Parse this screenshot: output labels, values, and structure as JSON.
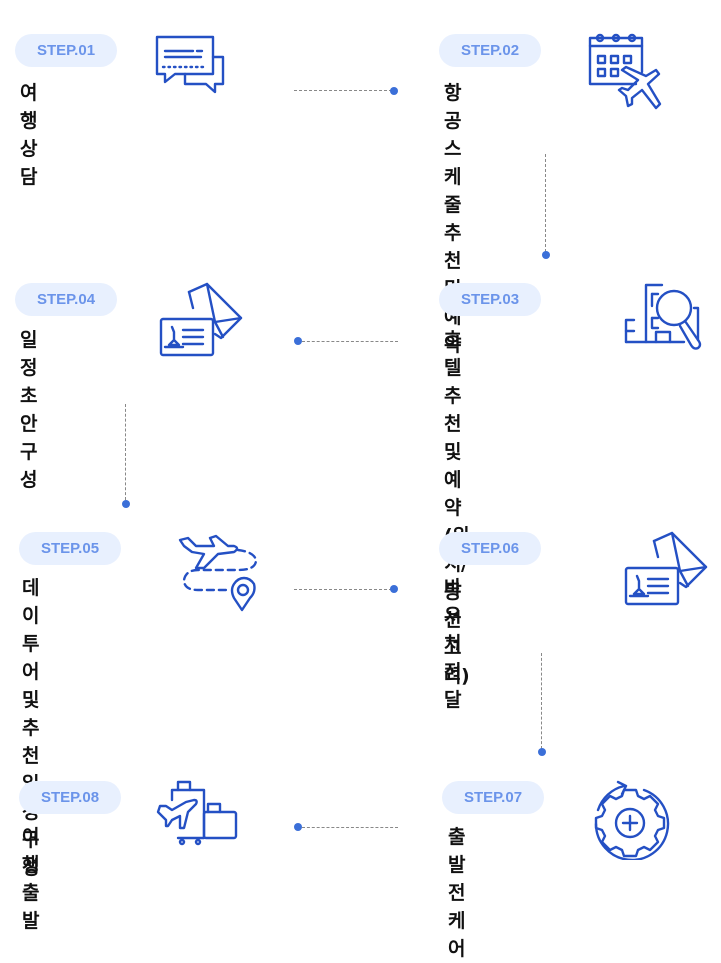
{
  "accent_color": "#2450c4",
  "badge_bg": "#e8f0fe",
  "badge_text": "#6b94ea",
  "connector_dot": "#3b6fd8",
  "steps": [
    {
      "badge": "STEP.01",
      "title": "여행상담",
      "icon": "chat-bubbles-icon"
    },
    {
      "badge": "STEP.02",
      "title": "항공스케줄\n추천 및 예약",
      "icon": "calendar-airplane-icon"
    },
    {
      "badge": "STEP.03",
      "title": "호텔추천 및 예약\n(위치/동선 고려)",
      "icon": "building-search-icon"
    },
    {
      "badge": "STEP.04",
      "title": "일정 초안\n구성",
      "icon": "envelope-ticket-icon"
    },
    {
      "badge": "STEP.05",
      "title": "데이투어 및\n추천 일정 구성",
      "icon": "airplane-route-pin-icon"
    },
    {
      "badge": "STEP.06",
      "title": "바우처 전달",
      "icon": "envelope-ticket-icon"
    },
    {
      "badge": "STEP.07",
      "title": "출발전 케어",
      "icon": "gear-plus-cycle-icon"
    },
    {
      "badge": "STEP.08",
      "title": "여행출발",
      "icon": "luggage-airplane-icon"
    }
  ]
}
